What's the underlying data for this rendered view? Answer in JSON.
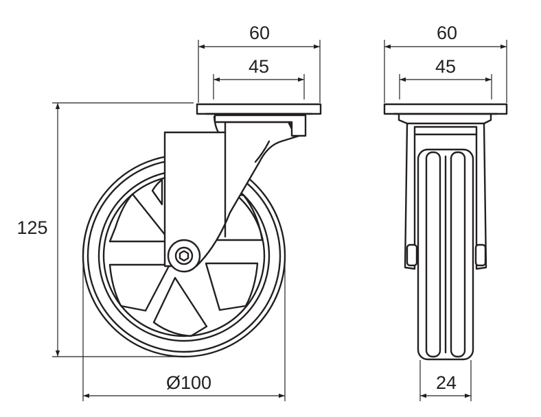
{
  "dimensions": {
    "front_plate_width": "60",
    "front_hole_spacing": "45",
    "overall_height": "125",
    "wheel_diameter": "Ø100",
    "side_plate_width": "60",
    "side_hole_spacing": "45",
    "wheel_width": "24"
  },
  "colors": {
    "line": "#231f20",
    "background": "#ffffff"
  }
}
